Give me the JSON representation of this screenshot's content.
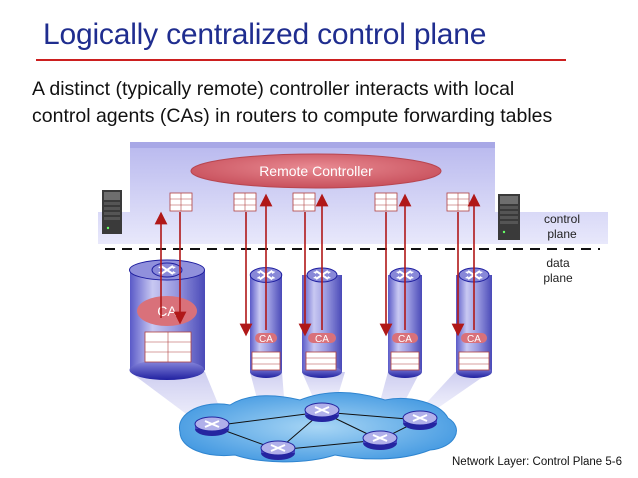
{
  "slide": {
    "title": "Logically centralized control plane",
    "subtitle_line1": "A distinct (typically remote) controller interacts with local",
    "subtitle_line2": "control agents (CAs) in routers to compute forwarding tables",
    "footer": "Network Layer: Control Plane  5-6"
  },
  "diagram": {
    "remote_controller_label": "Remote Controller",
    "control_plane_label": [
      "control",
      "plane"
    ],
    "data_plane_label": [
      "data",
      "plane"
    ],
    "large_router_ca_label": "CA",
    "small_router_ca_labels": [
      "CA",
      "CA",
      "CA",
      "CA"
    ],
    "colors": {
      "title": "#1f2d8f",
      "title_underline": "#cc1f1f",
      "control_plane_band": "#c9c9f0",
      "remote_controller_fill": "#d9717a",
      "arrow": "#b01818",
      "router_body": "#8080d6",
      "router_dark": "#1f1fa0",
      "network_cloud": "#4fa6e6"
    },
    "icons": [
      "server-icon",
      "router-icon"
    ]
  }
}
